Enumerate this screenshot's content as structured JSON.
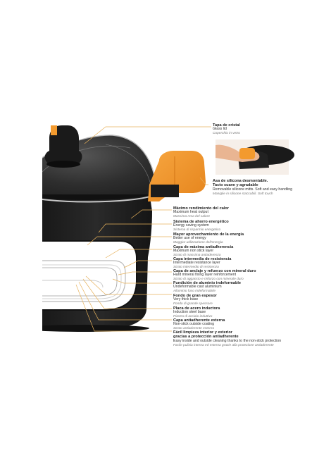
{
  "colors": {
    "orange": "#f39a2e",
    "pot_black": "#1c1c1c",
    "glass": "#2e2e2e",
    "leader": "#e7b25c"
  },
  "labels": [
    {
      "id": "glass-lid",
      "title": "Tapa de cristal",
      "en": "Glass lid",
      "it": "Coperchio in vetro"
    },
    {
      "id": "silicone-handles",
      "title": "Asa de silicona desmontable.",
      "title2": "Tacto suave y agradable",
      "en": "Removable silicone mitts. Soft and easy handling",
      "it": "Maniglie in silicone staccabili. Soft touch"
    },
    {
      "id": "heat-output",
      "title": "Máximo rendimiento del calor",
      "en": "Maximum heat output",
      "it": "Massima resa del calore"
    },
    {
      "id": "energy-saving",
      "title": "Sistema de ahorro energético",
      "en": "Energy saving system",
      "it": "Sistema di risparmio energetico"
    },
    {
      "id": "energy-use",
      "title": "Mayor aprovechamiento de la energía",
      "en": "Better use of energy",
      "it": "Maggior utilizzazione dell'energia"
    },
    {
      "id": "non-stick-max",
      "title": "Capa de máxima antiadherencia",
      "en": "Maximum non stick layer",
      "it": "Strato di massima antiaderenza"
    },
    {
      "id": "resistance-layer",
      "title": "Capa intermedia de resistencia",
      "en": "Intermediate resistance layer",
      "it": "Strato intermedio di resistenza"
    },
    {
      "id": "mineral-layer",
      "title": "Capa de anclaje y refuerzo con mineral duro",
      "en": "Hard mineral fixing layer reinforcement",
      "it": "Strato di aggancio e rinforzo con minerale duro"
    },
    {
      "id": "cast-aluminium",
      "title": "Fundición de aluminio indeformable",
      "en": "Undeformable cast aluminium",
      "it": "Alluminio fuso indeformabile"
    },
    {
      "id": "thick-base",
      "title": "Fondo de gran espesor",
      "en": "Very thick base",
      "it": "Fondo di grande spessore"
    },
    {
      "id": "induction-plate",
      "title": "Placa de acero inductora",
      "en": "Induction steel base",
      "it": "Piastra di acciaio induttivo"
    },
    {
      "id": "outside-coating",
      "title": "Capa antiadherente externa",
      "en": "Non-stick outside coating",
      "it": "Strato antiaderente esterno"
    },
    {
      "id": "easy-cleaning",
      "title": "Fácil limpieza interior y exterior",
      "title2": "gracias a protección antiadherente",
      "en": "Easy inside and outside cleaning thanks to the non-stick protection",
      "it": "Facile pulizia interna ed esterna grazie alla protezione antiaderente"
    }
  ]
}
